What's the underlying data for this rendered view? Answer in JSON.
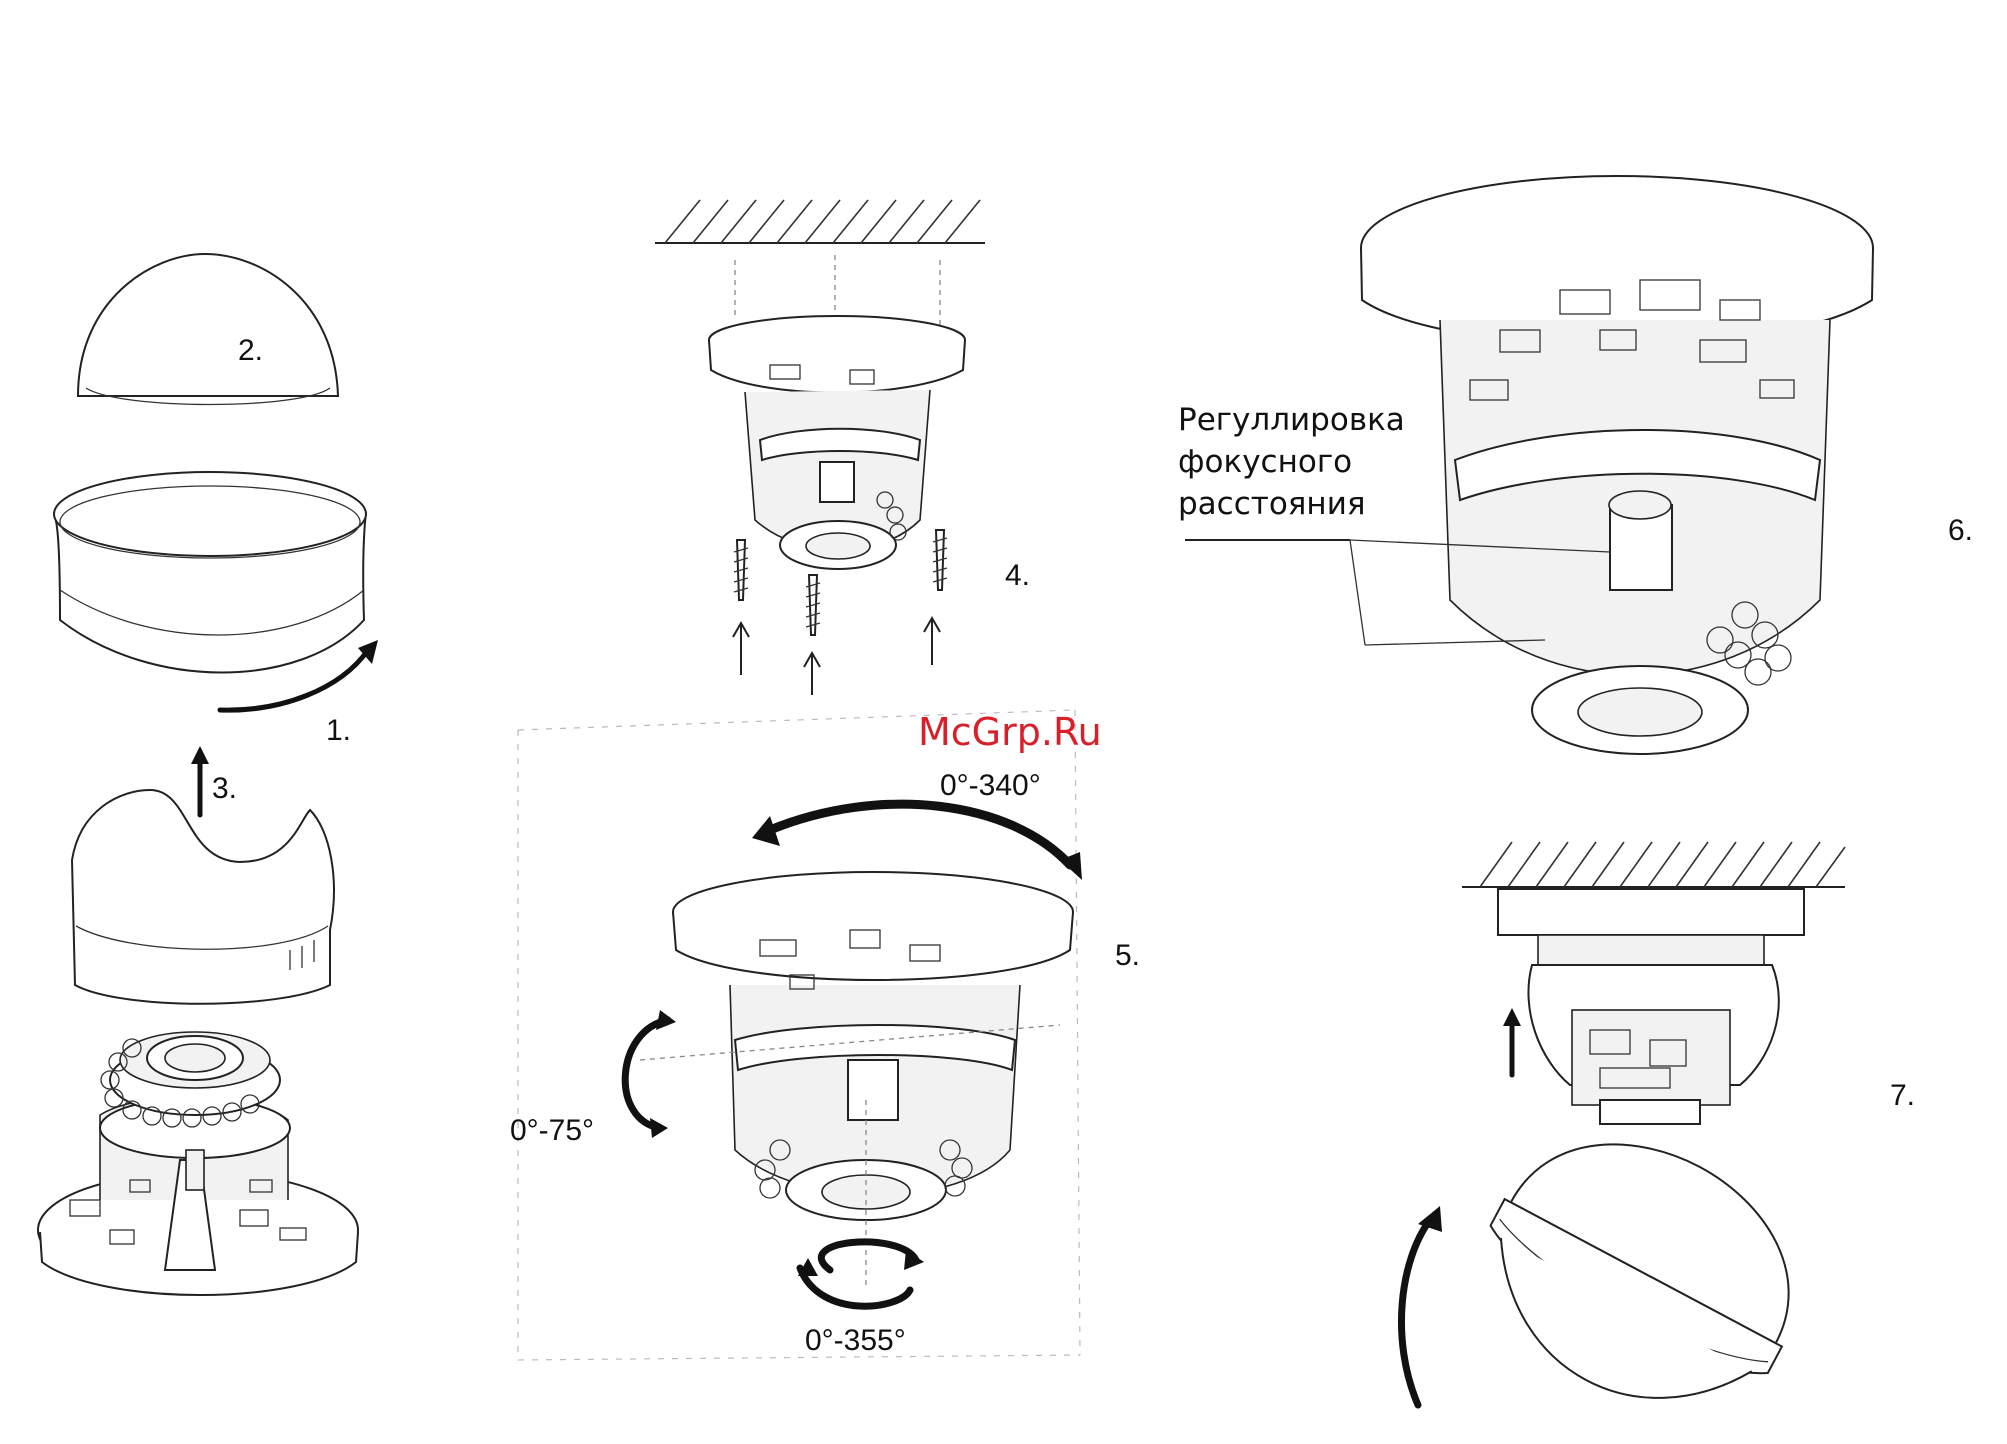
{
  "steps": {
    "s1": "1.",
    "s2": "2.",
    "s3": "3.",
    "s4": "4.",
    "s5": "5.",
    "s6": "6.",
    "s7": "7."
  },
  "angles": {
    "pan": "0°-340°",
    "tilt": "0°-75°",
    "rotate": "0°-355°"
  },
  "callout": {
    "line1": "Регуллировка",
    "line2": "фокусного",
    "line3": "расстояния"
  },
  "watermark": "McGrp.Ru"
}
